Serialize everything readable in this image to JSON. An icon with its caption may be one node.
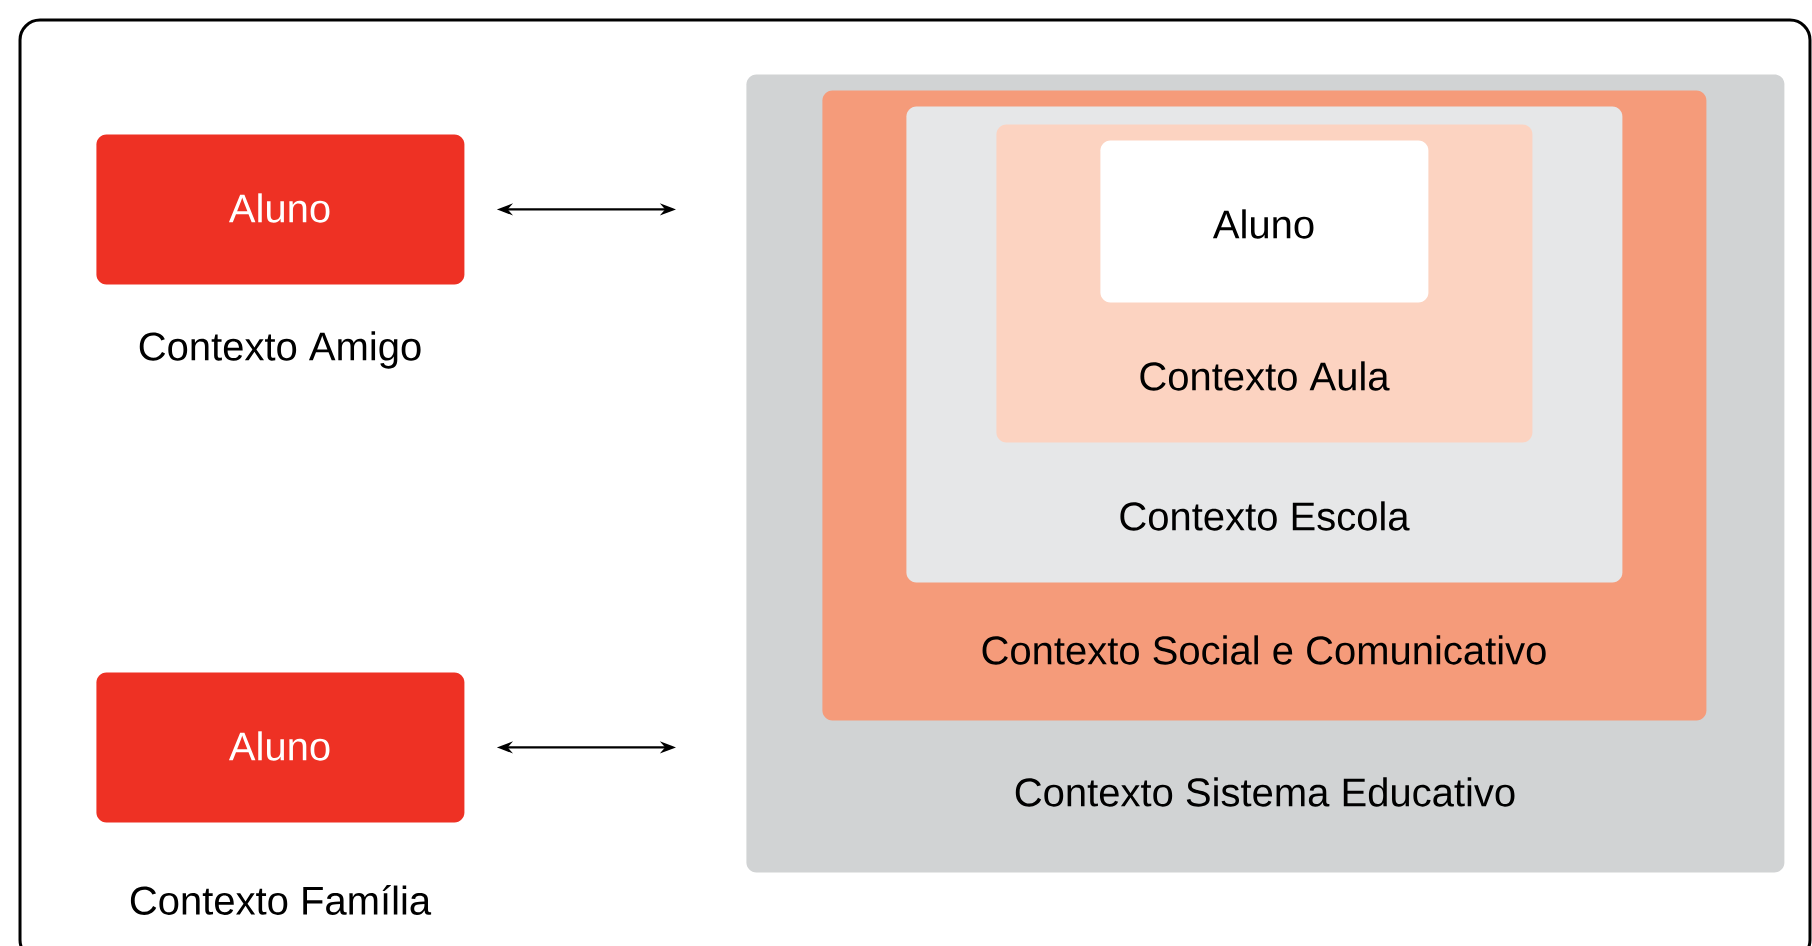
{
  "diagram": {
    "nodes": [
      {
        "text": [
          "Aluno"
        ],
        "beside": [
          "Contexto Amigo"
        ]
      },
      {
        "text": [
          "Aluno"
        ],
        "beside": [
          "Contexto Família"
        ]
      },
      {
        "text": [
          "Contexto Sistema Educativo"
        ]
      },
      {
        "text": [
          "Contexto Social e Comunicativo"
        ],
        "in": 2
      },
      {
        "text": [
          "Contexto Escola"
        ],
        "in": 3
      },
      {
        "text": [
          "Contexto Aula"
        ],
        "in": 4
      },
      {
        "text": [
          "Aluno"
        ],
        "in": 5
      }
    ],
    "edges": [
      {
        "from": 0,
        "to": 2,
        "arrow": "both"
      },
      {
        "from": 1,
        "to": 2,
        "arrow": "both"
      }
    ]
  }
}
